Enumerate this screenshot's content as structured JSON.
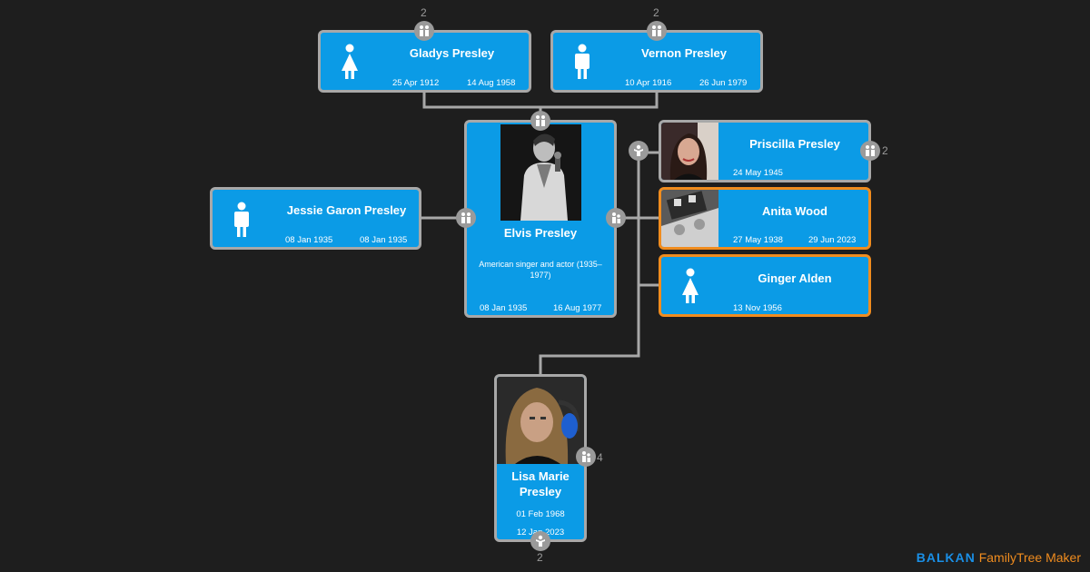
{
  "people": {
    "gladys": {
      "name": "Gladys Presley",
      "birth": "25 Apr 1912",
      "death": "14 Aug 1958",
      "children_count": "2"
    },
    "vernon": {
      "name": "Vernon Presley",
      "birth": "10 Apr 1916",
      "death": "26 Jun 1979",
      "children_count": "2"
    },
    "elvis": {
      "name": "Elvis Presley",
      "description": "American singer and actor (1935–1977)",
      "birth": "08 Jan 1935",
      "death": "16 Aug 1977"
    },
    "jessie": {
      "name": "Jessie Garon Presley",
      "birth": "08 Jan 1935",
      "death": "08 Jan 1935"
    },
    "priscilla": {
      "name": "Priscilla Presley",
      "birth": "24 May 1945",
      "partners_count": "2"
    },
    "anita": {
      "name": "Anita Wood",
      "birth": "27 May 1938",
      "death": "29 Jun 2023"
    },
    "ginger": {
      "name": "Ginger Alden",
      "birth": "13 Nov 1956"
    },
    "lisa": {
      "name": "Lisa Marie Presley",
      "birth": "01 Feb 1968",
      "death": "12 Jan 2023",
      "partners_count": "4",
      "children_count": "2"
    }
  },
  "brand": {
    "part1": "BALKAN",
    "part2": "FamilyTree Maker"
  },
  "colors": {
    "card": "#0b9be6",
    "border": "#a8a8a8",
    "partner_border": "#f08c1e",
    "link": "#a8a8a8",
    "background": "#1e1e1e"
  }
}
